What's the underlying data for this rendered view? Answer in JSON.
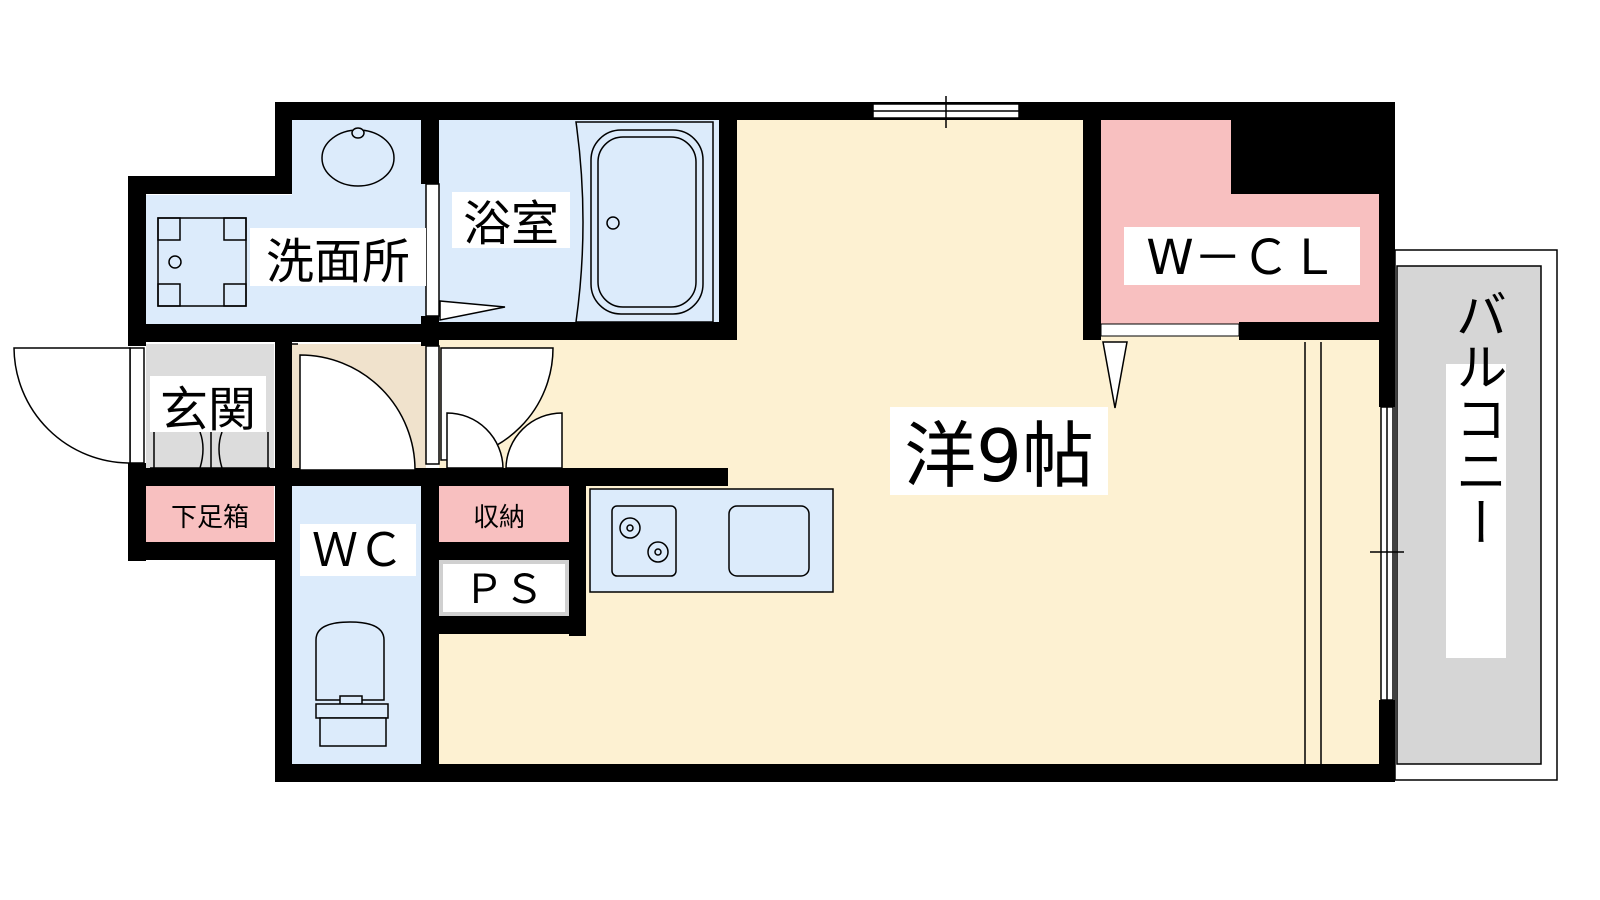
{
  "rooms": {
    "western_room": "洋9帖",
    "wcl": "W－ＣＬ",
    "bathroom": "浴室",
    "washroom": "洗面所",
    "entrance": "玄関",
    "shoe_box": "下足箱",
    "wc": "ＷＣ",
    "storage": "収納",
    "ps": "ＰＳ",
    "balcony": "バルコニー"
  },
  "colors": {
    "wall": "#000000",
    "western_room": "#FDF1D2",
    "wet_area": "#DCEBFB",
    "storage": "#F8C0C0",
    "entrance_floor": "#DCDCDC",
    "hall": "#F0E2CC",
    "balcony": "#D6D6D6",
    "ps": "#D0D0D0"
  }
}
